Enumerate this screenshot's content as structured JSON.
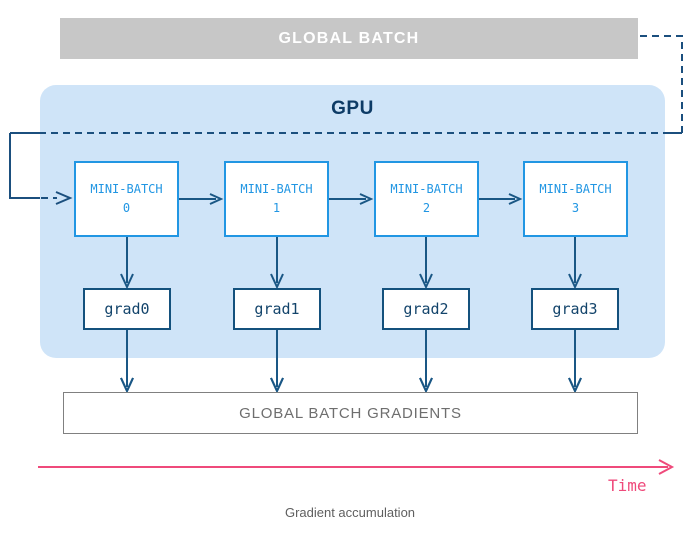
{
  "diagram": {
    "title": "Gradient accumulation",
    "global_batch": {
      "label": "GLOBAL BATCH"
    },
    "gpu": {
      "label": "GPU",
      "mini_batches": [
        {
          "name": "MINI-BATCH",
          "index": "0"
        },
        {
          "name": "MINI-BATCH",
          "index": "1"
        },
        {
          "name": "MINI-BATCH",
          "index": "2"
        },
        {
          "name": "MINI-BATCH",
          "index": "3"
        }
      ],
      "grads": [
        {
          "label": "grad0"
        },
        {
          "label": "grad1"
        },
        {
          "label": "grad2"
        },
        {
          "label": "grad3"
        }
      ]
    },
    "global_batch_gradients": {
      "label": "GLOBAL BATCH GRADIENTS"
    },
    "time_axis": {
      "label": "Time"
    },
    "caption": "Gradient accumulation",
    "colors": {
      "global_batch_fill": "#c7c7c7",
      "global_batch_text": "#ffffff",
      "gpu_panel_fill": "#cfe4f8",
      "gpu_label_text": "#0d3b66",
      "mini_batch_border": "#2196e3",
      "mini_batch_text": "#2196e3",
      "grad_border": "#14517d",
      "grad_text": "#13446b",
      "gradients_border": "#808080",
      "gradients_text": "#6e6e6e",
      "time_arrow": "#ef4a7b",
      "caption_text": "#5f5f5f",
      "arrow_dark": "#1a5785",
      "dashed_line": "#1b4f7e"
    }
  }
}
